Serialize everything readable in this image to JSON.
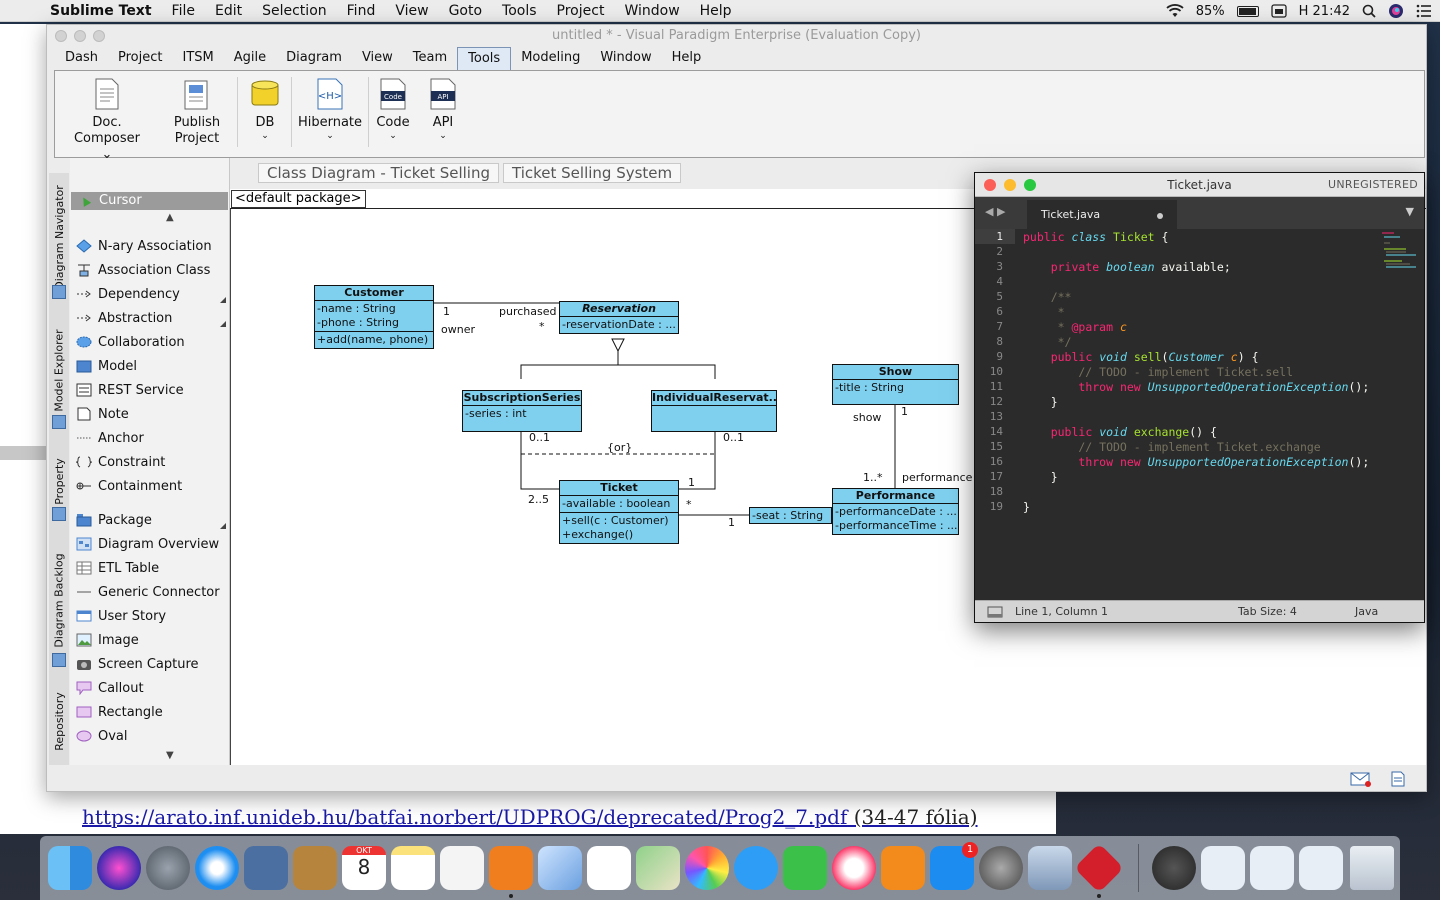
{
  "menubar": {
    "app": "Sublime Text",
    "items": [
      "File",
      "Edit",
      "Selection",
      "Find",
      "View",
      "Goto",
      "Tools",
      "Project",
      "Window",
      "Help"
    ],
    "battery": "85%",
    "clock": "H 21:42"
  },
  "background": {
    "link": "https://arato.inf.unideb.hu/batfai.norbert/UDPROG/deprecated/Prog2_7.pdf",
    "link_suffix": " (34-47 fólia)"
  },
  "vp": {
    "title": "untitled * - Visual Paradigm Enterprise (Evaluation Copy)",
    "tabs": [
      "Dash",
      "Project",
      "ITSM",
      "Agile",
      "Diagram",
      "View",
      "Team",
      "Tools",
      "Modeling",
      "Window",
      "Help"
    ],
    "ribbon": [
      {
        "l1": "Doc.",
        "l2": "Composer ⌄"
      },
      {
        "l1": "Publish",
        "l2": "Project"
      },
      {
        "l1": "DB",
        "l2": "⌄"
      },
      {
        "l1": "Hibernate",
        "l2": "⌄"
      },
      {
        "l1": "Code",
        "l2": "⌄"
      },
      {
        "l1": "API",
        "l2": "⌄"
      }
    ],
    "ribbon_icon_text": {
      "code": "Code",
      "api": "API",
      "hib": "<H>"
    },
    "sidetabs": [
      "Diagram Navigator",
      "Model Explorer",
      "Property",
      "Diagram Backlog",
      "Repository"
    ],
    "breadcrumb": [
      "Class Diagram - Ticket Selling",
      "Ticket Selling System"
    ],
    "package": "<default package>",
    "palette_cursor": "Cursor",
    "palette": [
      "N-ary Association",
      "Association Class",
      "Dependency",
      "Abstraction",
      "Collaboration",
      "Model",
      "REST Service",
      "Note",
      "Anchor",
      "Constraint",
      "Containment",
      "Package",
      "Diagram Overview",
      "ETL Table",
      "Generic Connector",
      "User Story",
      "Image",
      "Screen Capture",
      "Callout",
      "Rectangle",
      "Oval"
    ]
  },
  "diagram": {
    "customer": {
      "name": "Customer",
      "attrs": [
        "-name : String",
        "-phone : String"
      ],
      "ops": [
        "+add(name, phone)"
      ]
    },
    "reservation": {
      "name": "Reservation",
      "attrs": [
        "-reservationDate : ..."
      ]
    },
    "subscription": {
      "name": "SubscriptionSeries",
      "attrs": [
        "-series : int"
      ]
    },
    "individual": {
      "name": "IndividualReservat..."
    },
    "ticket": {
      "name": "Ticket",
      "attrs": [
        "-available : boolean"
      ],
      "ops": [
        "+sell(c : Customer)",
        "+exchange()"
      ]
    },
    "show": {
      "name": "Show",
      "attrs": [
        "-title : String"
      ]
    },
    "performance": {
      "name": "Performance",
      "attrs": [
        "-performanceDate : ...",
        "-performanceTime : ..."
      ]
    },
    "qualifier": "-seat : String",
    "labels": {
      "one_a": "1",
      "purchased": "purchased",
      "owner": "owner",
      "star_a": "*",
      "or": "{or}",
      "m01a": "0..1",
      "m01b": "0..1",
      "m25": "2..5",
      "one_b": "1",
      "star_b": "*",
      "one_c": "1",
      "show": "show",
      "one_d": "1",
      "m1s": "1..*",
      "performance": "performance"
    }
  },
  "sublime": {
    "title": "Ticket.java",
    "unregistered": "UNREGISTERED",
    "tab": "Ticket.java",
    "lines": [
      "1",
      "2",
      "3",
      "4",
      "5",
      "6",
      "7",
      "8",
      "9",
      "10",
      "11",
      "12",
      "13",
      "14",
      "15",
      "16",
      "17",
      "18",
      "19"
    ],
    "status": {
      "pos": "Line 1, Column 1",
      "tab": "Tab Size: 4",
      "lang": "Java"
    }
  },
  "dock": {
    "calendar_month": "OKT",
    "calendar_day": "8",
    "badge": "1"
  }
}
